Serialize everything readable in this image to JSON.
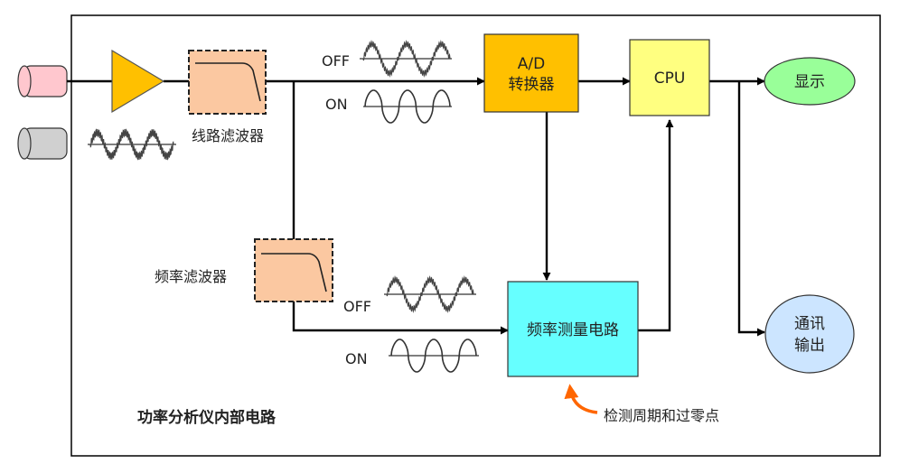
{
  "title": "功率分析仪内部电路",
  "blocks": {
    "line_filter": "线路滤波器",
    "freq_filter": "频率滤波器",
    "ad_line1": "A/D",
    "ad_line2": "转换器",
    "cpu": "CPU",
    "freq_meas": "频率测量电路",
    "display": "显示",
    "comm_line1": "通讯",
    "comm_line2": "输出"
  },
  "labels": {
    "off_top": "OFF",
    "on_top": "ON",
    "off_bottom": "OFF",
    "on_bottom": "ON",
    "annotation": "检测周期和过零点"
  },
  "colors": {
    "border": "#000000",
    "amplifier": "#ffc000",
    "filter": "#fbc8a1",
    "ad": "#ffc000",
    "cpu": "#ffff80",
    "freq_meas": "#66ffff",
    "display": "#99ff99",
    "comm": "#cce5ff",
    "connector_red": "#ffc7ce",
    "connector_gray": "#d0d0d0",
    "annotation_arrow": "#ff6600"
  }
}
